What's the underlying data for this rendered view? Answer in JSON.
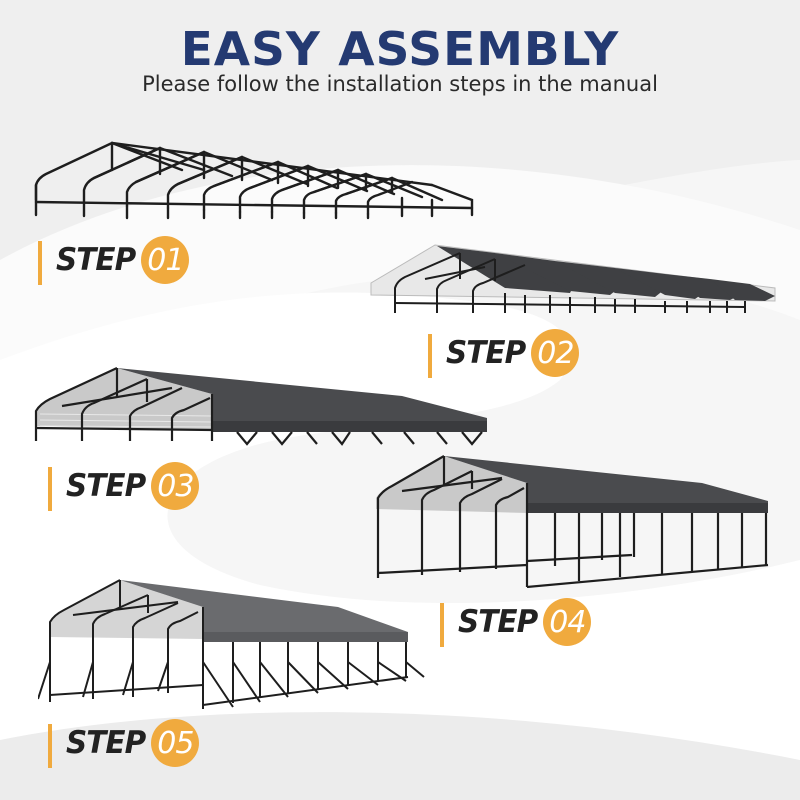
{
  "header": {
    "title": "EASY ASSEMBLY",
    "subtitle": "Please follow the installation steps in the manual"
  },
  "colors": {
    "title": "#243a72",
    "accent": "#f0aa3e",
    "frame": "#1e1e1e",
    "canopy": "#4a4b4e",
    "background": "#efefef"
  },
  "steps": [
    {
      "label": "STEP",
      "number": "01",
      "description_icon": "bare-frame-illustration"
    },
    {
      "label": "STEP",
      "number": "02",
      "description_icon": "partial-roof-panels-illustration"
    },
    {
      "label": "STEP",
      "number": "03",
      "description_icon": "full-roof-cover-illustration"
    },
    {
      "label": "STEP",
      "number": "04",
      "description_icon": "legs-attached-illustration"
    },
    {
      "label": "STEP",
      "number": "05",
      "description_icon": "braced-legs-illustration"
    }
  ]
}
